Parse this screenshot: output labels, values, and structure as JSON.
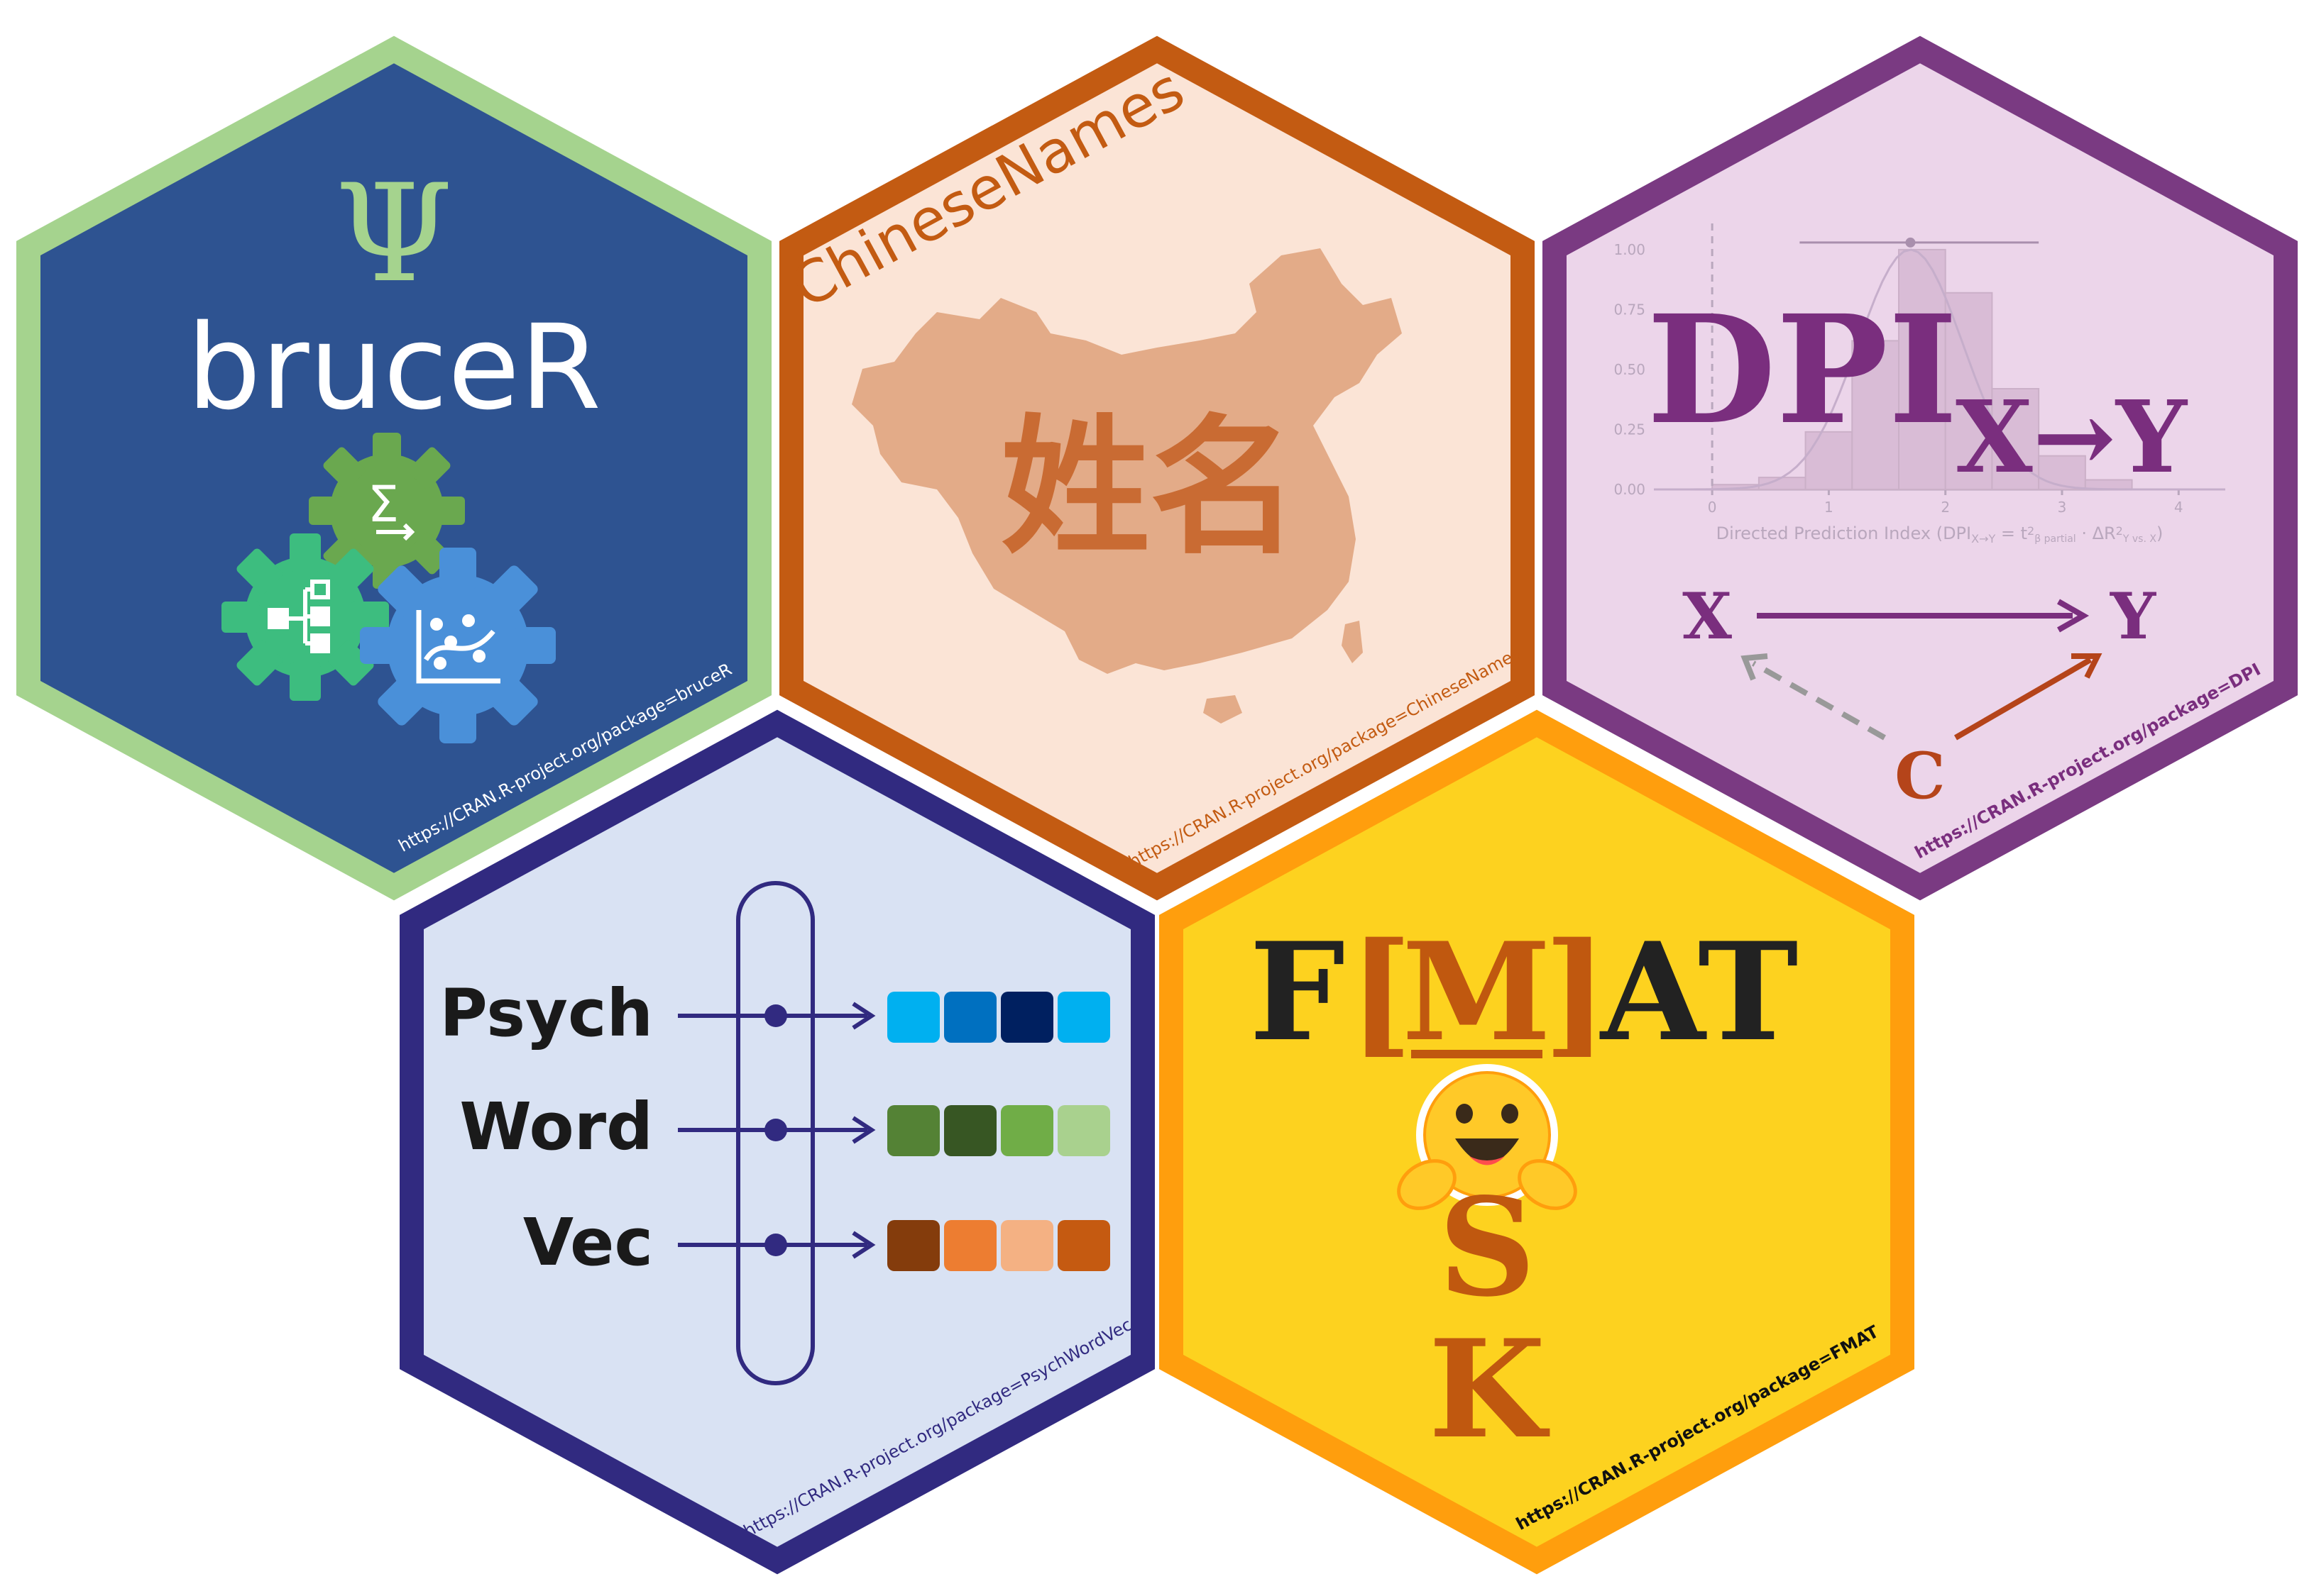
{
  "colors": {
    "bruce_border": "#a5d38e",
    "bruce_fill": "#2e5391",
    "bruce_psi": "#a5d38e",
    "gear_green": "#6aa84f",
    "gear_teal": "#3dbd7f",
    "gear_blue": "#4a90d9",
    "cn_border": "#c35b12",
    "cn_fill": "#fbe4d6",
    "cn_map": "#e3ab88",
    "cn_chars": "#c96b33",
    "dpi_border": "#7a3a82",
    "dpi_fill": "#ecd5ea",
    "dpi_text": "#7a2e7e",
    "dpi_c": "#b5441a",
    "pwv_border": "#312a80",
    "pwv_fill": "#d9e2f3",
    "pwv_text": "#1a1a1a",
    "fmat_border": "#ff9e0d",
    "fmat_fill": "#fdd21f",
    "fmat_brown": "#c0580f",
    "fmat_dark": "#222222"
  },
  "bruceR": {
    "symbol": "Ψ",
    "title": "bruceR",
    "url": "https://CRAN.R-project.org/package=bruceR",
    "icons": [
      "sigma-gear-icon",
      "flowchart-gear-icon",
      "chart-gear-icon"
    ]
  },
  "chinesenames": {
    "title": "ChineseNames",
    "chars": "姓名",
    "url": "https://CRAN.R-project.org/package=ChineseNames"
  },
  "dpi": {
    "title_main": "DPI",
    "title_sub": "X→Y",
    "x_node": "X",
    "y_node": "Y",
    "c_node": "C",
    "url": "https://CRAN.R-project.org/package=DPI",
    "axis_label": "Directed Prediction Index (DPI",
    "axis_label_sub": "X→Y",
    "axis_label_eq": " = t",
    "axis_label_tsup": "2",
    "axis_label_tsub": "β partial",
    "axis_label_mid": " · ΔR",
    "axis_label_rsup": "2",
    "axis_label_rsub": "Y vs. X",
    "axis_label_end": ")"
  },
  "psychwordvec": {
    "words": [
      "Psych",
      "Word",
      "Vec"
    ],
    "url": "https://CRAN.R-project.org/package=PsychWordVec",
    "vector_colors": [
      [
        "#00b0f0",
        "#0070c0",
        "#002060",
        "#00b0f0"
      ],
      [
        "#548235",
        "#375623",
        "#70ad47",
        "#a9d18e"
      ],
      [
        "#843c0c",
        "#ed7d31",
        "#f4b183",
        "#c55a11"
      ]
    ]
  },
  "fmat": {
    "title_f": "F",
    "title_lb": "[",
    "title_m": "M",
    "title_rb": "]",
    "title_at": "AT",
    "letter_s": "S",
    "letter_k": "K",
    "emoji": "🤗",
    "url": "https://CRAN.R-project.org/package=FMAT"
  },
  "chart_data": {
    "type": "histogram",
    "title": "",
    "xlabel": "Directed Prediction Index (DPI X→Y = t² partial · ΔR² Y vs. X)",
    "ylabel": "",
    "xlim": [
      -0.5,
      4.4
    ],
    "ylim": [
      0,
      1.05
    ],
    "x_ticks": [
      "0",
      "1",
      "2",
      "3",
      "4"
    ],
    "y_ticks": [
      "0.00",
      "0.25",
      "0.50",
      "0.75",
      "1.00"
    ],
    "bins": [
      {
        "x0": 0.0,
        "x1": 0.4,
        "density": 0.02
      },
      {
        "x0": 0.4,
        "x1": 0.8,
        "density": 0.05
      },
      {
        "x0": 0.8,
        "x1": 1.2,
        "density": 0.24
      },
      {
        "x0": 1.2,
        "x1": 1.6,
        "density": 0.62
      },
      {
        "x0": 1.6,
        "x1": 2.0,
        "density": 1.0
      },
      {
        "x0": 2.0,
        "x1": 2.4,
        "density": 0.82
      },
      {
        "x0": 2.4,
        "x1": 2.8,
        "density": 0.42
      },
      {
        "x0": 2.8,
        "x1": 3.2,
        "density": 0.14
      },
      {
        "x0": 3.2,
        "x1": 3.6,
        "density": 0.04
      }
    ],
    "point_estimate": 1.7,
    "interval": [
      0.75,
      2.8
    ],
    "reference_line": 0
  }
}
